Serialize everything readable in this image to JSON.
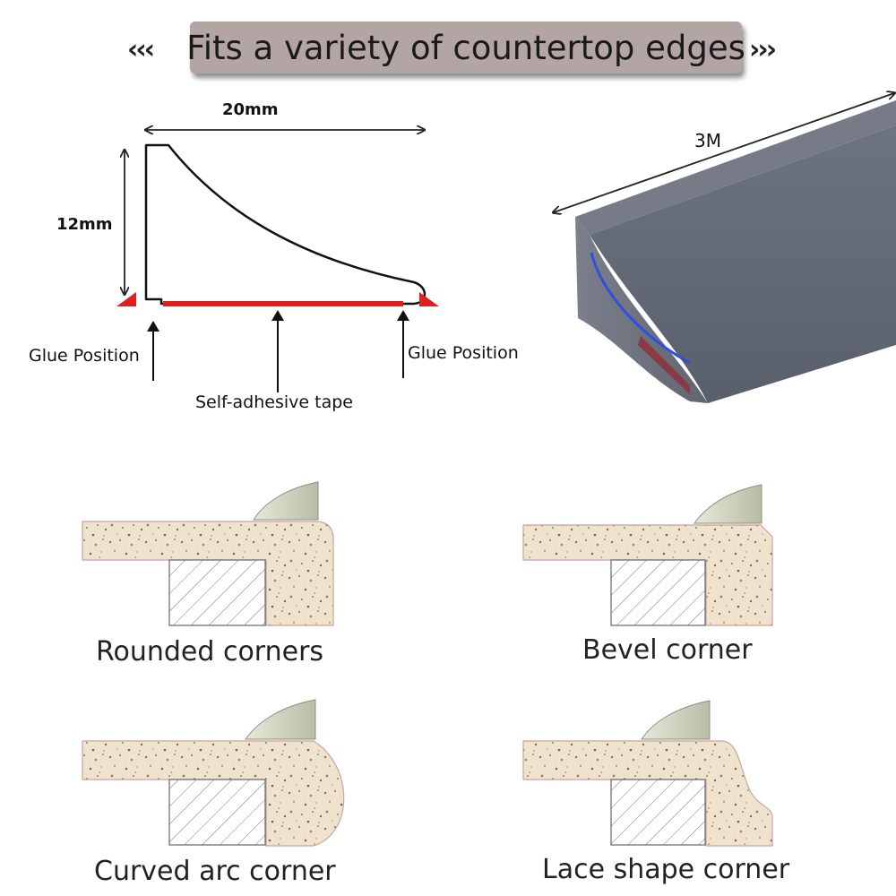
{
  "banner": {
    "title": "Fits a variety of countertop edges",
    "left_chevrons": "‹‹‹",
    "right_chevrons": "›››",
    "color": "#b3a5a3"
  },
  "profile_diagram": {
    "width_label": "20mm",
    "height_label": "12mm",
    "glue_left_label": "Glue Position",
    "glue_right_label": "Glue Position",
    "tape_label": "Self-adhesive tape",
    "tape_color": "#e02020"
  },
  "product": {
    "length_label": "3M",
    "strip_color": "#5d6270"
  },
  "edge_types": [
    {
      "label": "Rounded corners"
    },
    {
      "label": "Bevel corner"
    },
    {
      "label": "Curved arc corner"
    },
    {
      "label": "Lace shape corner"
    }
  ]
}
